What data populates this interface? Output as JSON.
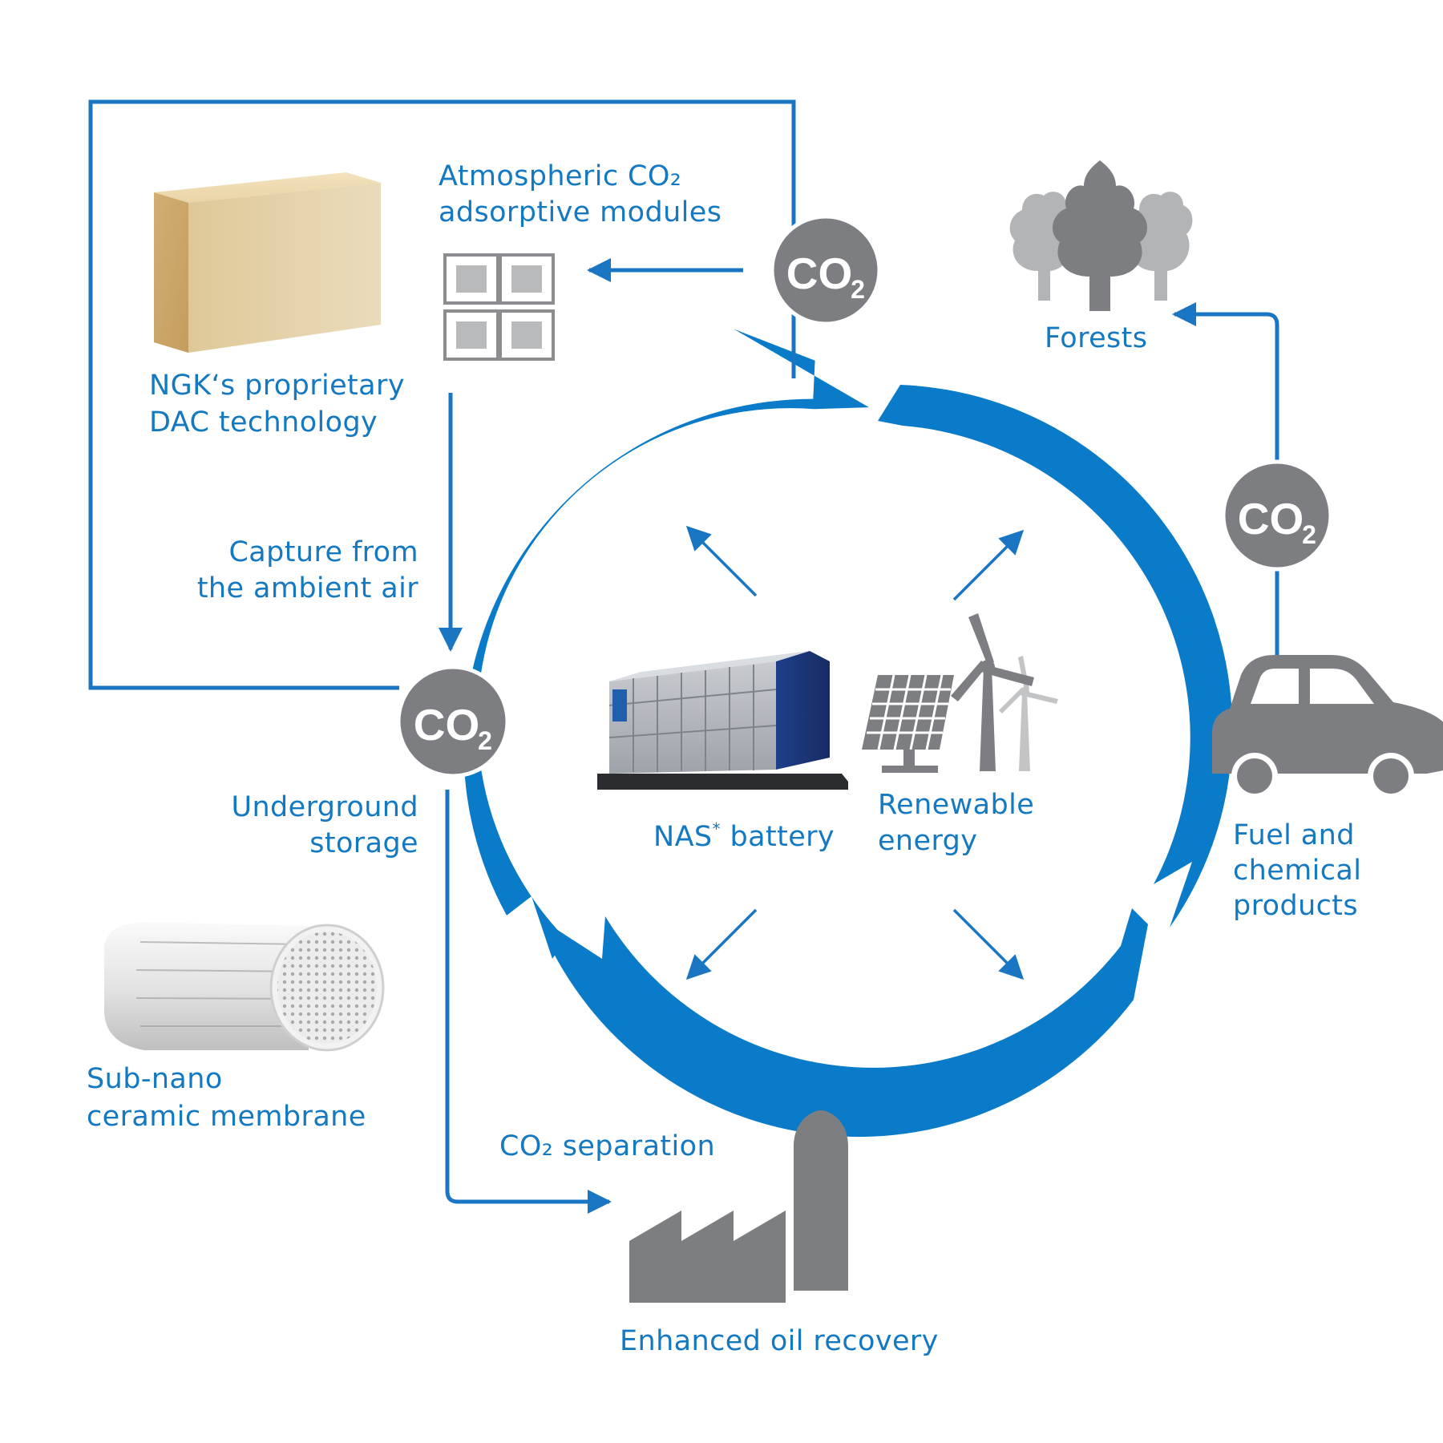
{
  "colors": {
    "accent_blue": "#0a7bc8",
    "flow_blue": "#1a76c2",
    "icon_gray": "#7d7e81",
    "light_gray": "#b3b4b6",
    "text_blue": "#1479c1"
  },
  "co2_badge": {
    "main": "CO",
    "sub": "2"
  },
  "labels": {
    "atmospheric_line1": "Atmospheric CO₂",
    "atmospheric_line2": "adsorptive modules",
    "ngk_line1": "NGK‘s proprietary",
    "ngk_line2": "DAC technology",
    "capture_line1": "Capture from",
    "capture_line2": "the ambient air",
    "forests": "Forests",
    "underground_line1": "Underground",
    "underground_line2": "storage",
    "nas_main": "NAS",
    "nas_star": "*",
    "nas_rest": " battery",
    "renewable_line1": "Renewable",
    "renewable_line2": "energy",
    "fuel_line1": "Fuel and",
    "fuel_line2": "chemical",
    "fuel_line3": "products",
    "subnano_line1": "Sub-nano",
    "subnano_line2": "ceramic membrane",
    "separation": "CO₂ separation",
    "eor": "Enhanced oil recovery"
  },
  "icons": [
    "dac-honeycomb-block-icon",
    "adsorptive-module-grid-icon",
    "forest-trees-icon",
    "car-icon",
    "nas-battery-container-icon",
    "solar-panel-icon",
    "wind-turbine-icon",
    "ceramic-membrane-tube-icon",
    "factory-icon"
  ]
}
